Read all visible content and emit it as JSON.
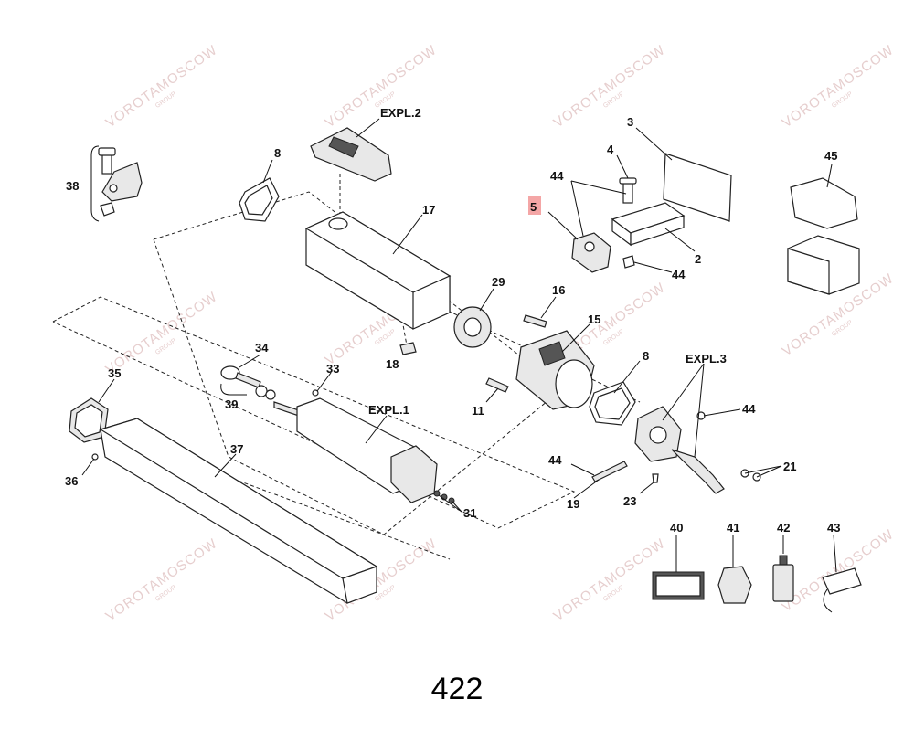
{
  "page_number": "422",
  "watermark": {
    "text": "VOROTAMOSCOW",
    "subtext": "GROUP",
    "color": "#e4c9c9"
  },
  "highlight_color": "#f4a6a6",
  "callouts": {
    "c2": "2",
    "c3": "3",
    "c4": "4",
    "c5": "5",
    "c8a": "8",
    "c8b": "8",
    "c11": "11",
    "c15": "15",
    "c16": "16",
    "c17": "17",
    "c18": "18",
    "c19": "19",
    "c21": "21",
    "c23": "23",
    "c29": "29",
    "c31": "31",
    "c33": "33",
    "c34": "34",
    "c35": "35",
    "c36": "36",
    "c37": "37",
    "c38": "38",
    "c39": "39",
    "c40": "40",
    "c41": "41",
    "c42": "42",
    "c43": "43",
    "c44a": "44",
    "c44b": "44",
    "c44c": "44",
    "c44d": "44",
    "c45": "45",
    "expl1": "EXPL.1",
    "expl2": "EXPL.2",
    "expl3": "EXPL.3"
  }
}
